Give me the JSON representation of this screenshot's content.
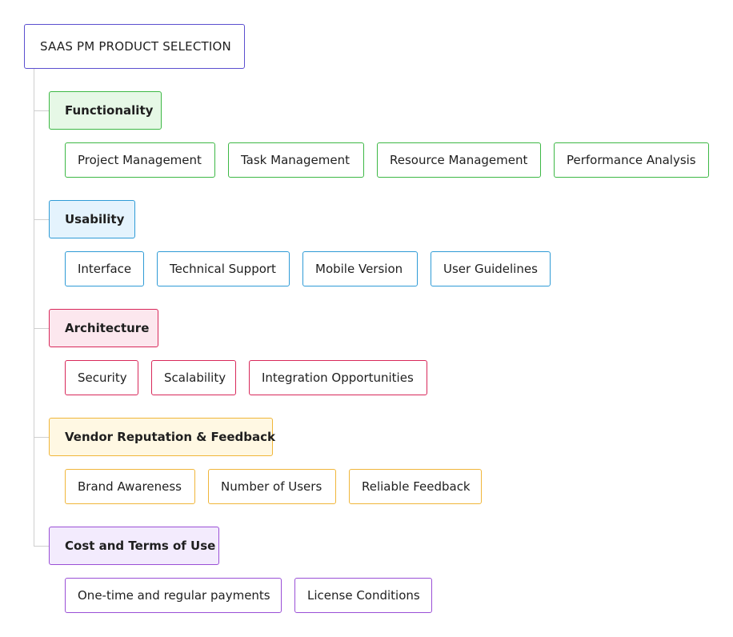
{
  "root": {
    "title": "SAAS PM PRODUCT SELECTION"
  },
  "categories": [
    {
      "label": "Functionality",
      "color": "#3db845",
      "items": [
        "Project Management",
        "Task Management",
        "Resource Management",
        "Performance Analysis"
      ]
    },
    {
      "label": "Usability",
      "color": "#2f9bd6",
      "items": [
        "Interface",
        "Technical Support",
        "Mobile Version",
        "User Guidelines"
      ]
    },
    {
      "label": "Architecture",
      "color": "#d8285a",
      "items": [
        "Security",
        "Scalability",
        "Integration Opportunities"
      ]
    },
    {
      "label": "Vendor Reputation & Feedback",
      "color": "#f0b63a",
      "items": [
        "Brand Awareness",
        "Number of Users",
        "Reliable Feedback"
      ]
    },
    {
      "label": "Cost and Terms of Use",
      "color": "#9a4fd6",
      "items": [
        "One-time and regular payments",
        "License Conditions"
      ]
    }
  ]
}
